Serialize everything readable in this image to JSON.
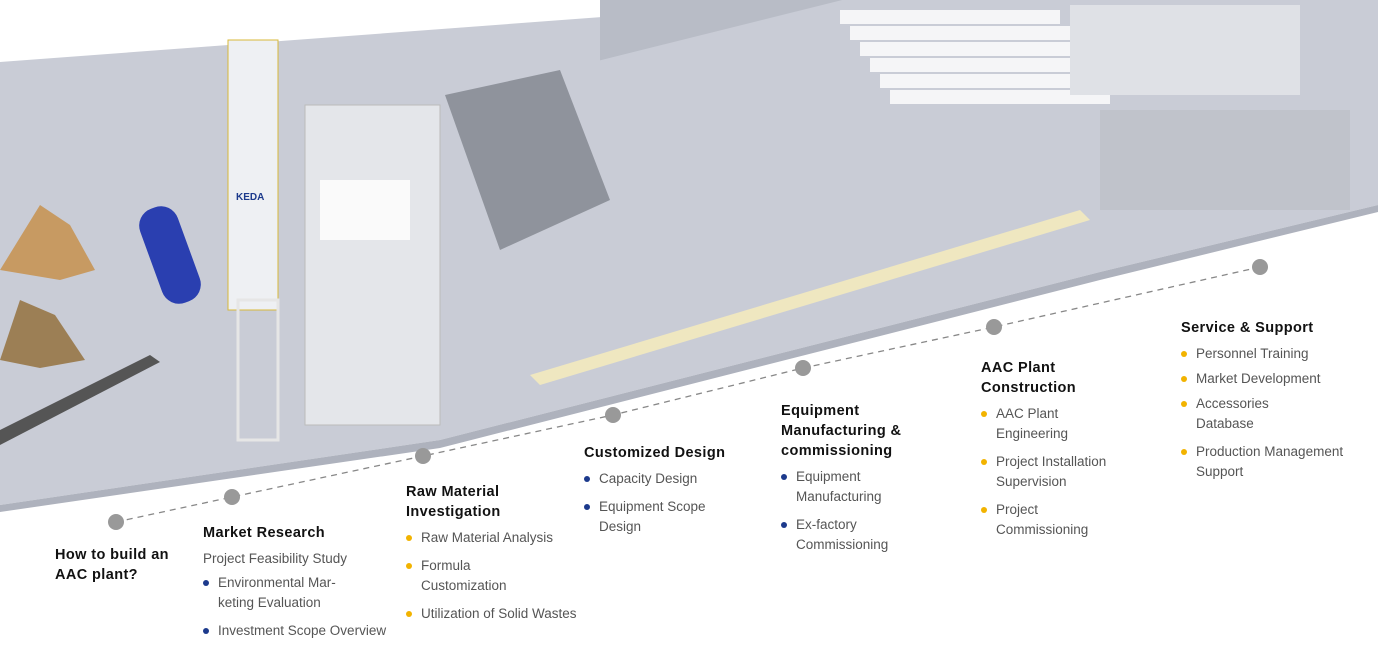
{
  "intro": {
    "title_line1": "How to build an",
    "title_line2": "AAC plant?"
  },
  "steps": [
    {
      "title": "Market Research",
      "subtitle": "Project Feasibility Study",
      "bullet_color": "#1c3a8c",
      "items": [
        "Environmental Mar-keting Evaluation",
        "Investment Scope Overview"
      ]
    },
    {
      "title": "Raw Material Investigation",
      "bullet_color": "#f2b300",
      "items": [
        "Raw Material Analysis",
        "Formula Customization",
        "Utilization of Solid Wastes"
      ]
    },
    {
      "title": "Customized Design",
      "bullet_color": "#1c3a8c",
      "items": [
        "Capacity Design",
        "Equipment Scope Design"
      ]
    },
    {
      "title": "Equipment Manufacturing & commissioning",
      "bullet_color": "#1c3a8c",
      "items": [
        "Equipment Manufacturing",
        "Ex-factory Commissioning"
      ]
    },
    {
      "title": "AAC Plant Construction",
      "bullet_color": "#f2b300",
      "items": [
        "AAC Plant Engineering",
        "Project Installation Supervision",
        "Project Commissioning"
      ]
    },
    {
      "title": "Service & Support",
      "bullet_color": "#f2b300",
      "items": [
        "Personnel Training",
        "Market Development",
        "Accessories Database",
        "Production Management Support"
      ]
    }
  ],
  "brand": {
    "logo_text": "KEDA"
  },
  "colors": {
    "floor": "#c9ccd6",
    "timeline_dot": "#999999",
    "accent_yellow": "#f2b300",
    "accent_blue": "#1c3a8c"
  }
}
